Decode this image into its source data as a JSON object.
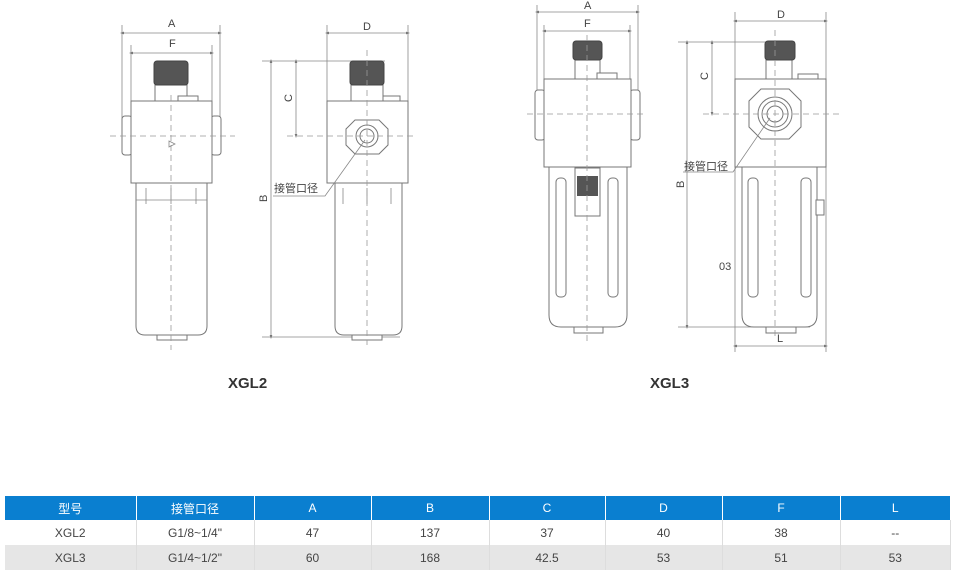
{
  "drawings": {
    "dim_labels": {
      "A": "A",
      "F": "F",
      "D": "D",
      "C": "C",
      "B": "B",
      "L": "L"
    },
    "port_label": "接管口径",
    "extra_label": "03",
    "models": [
      "XGL2",
      "XGL3"
    ]
  },
  "table": {
    "headers": [
      "型号",
      "接管口径",
      "A",
      "B",
      "C",
      "D",
      "F",
      "L"
    ],
    "rows": [
      [
        "XGL2",
        "G1/8~1/4\"",
        "47",
        "137",
        "37",
        "40",
        "38",
        "--"
      ],
      [
        "XGL3",
        "G1/4~1/2\"",
        "60",
        "168",
        "42.5",
        "53",
        "51",
        "53"
      ]
    ],
    "header_color": "#0a7fd0"
  }
}
